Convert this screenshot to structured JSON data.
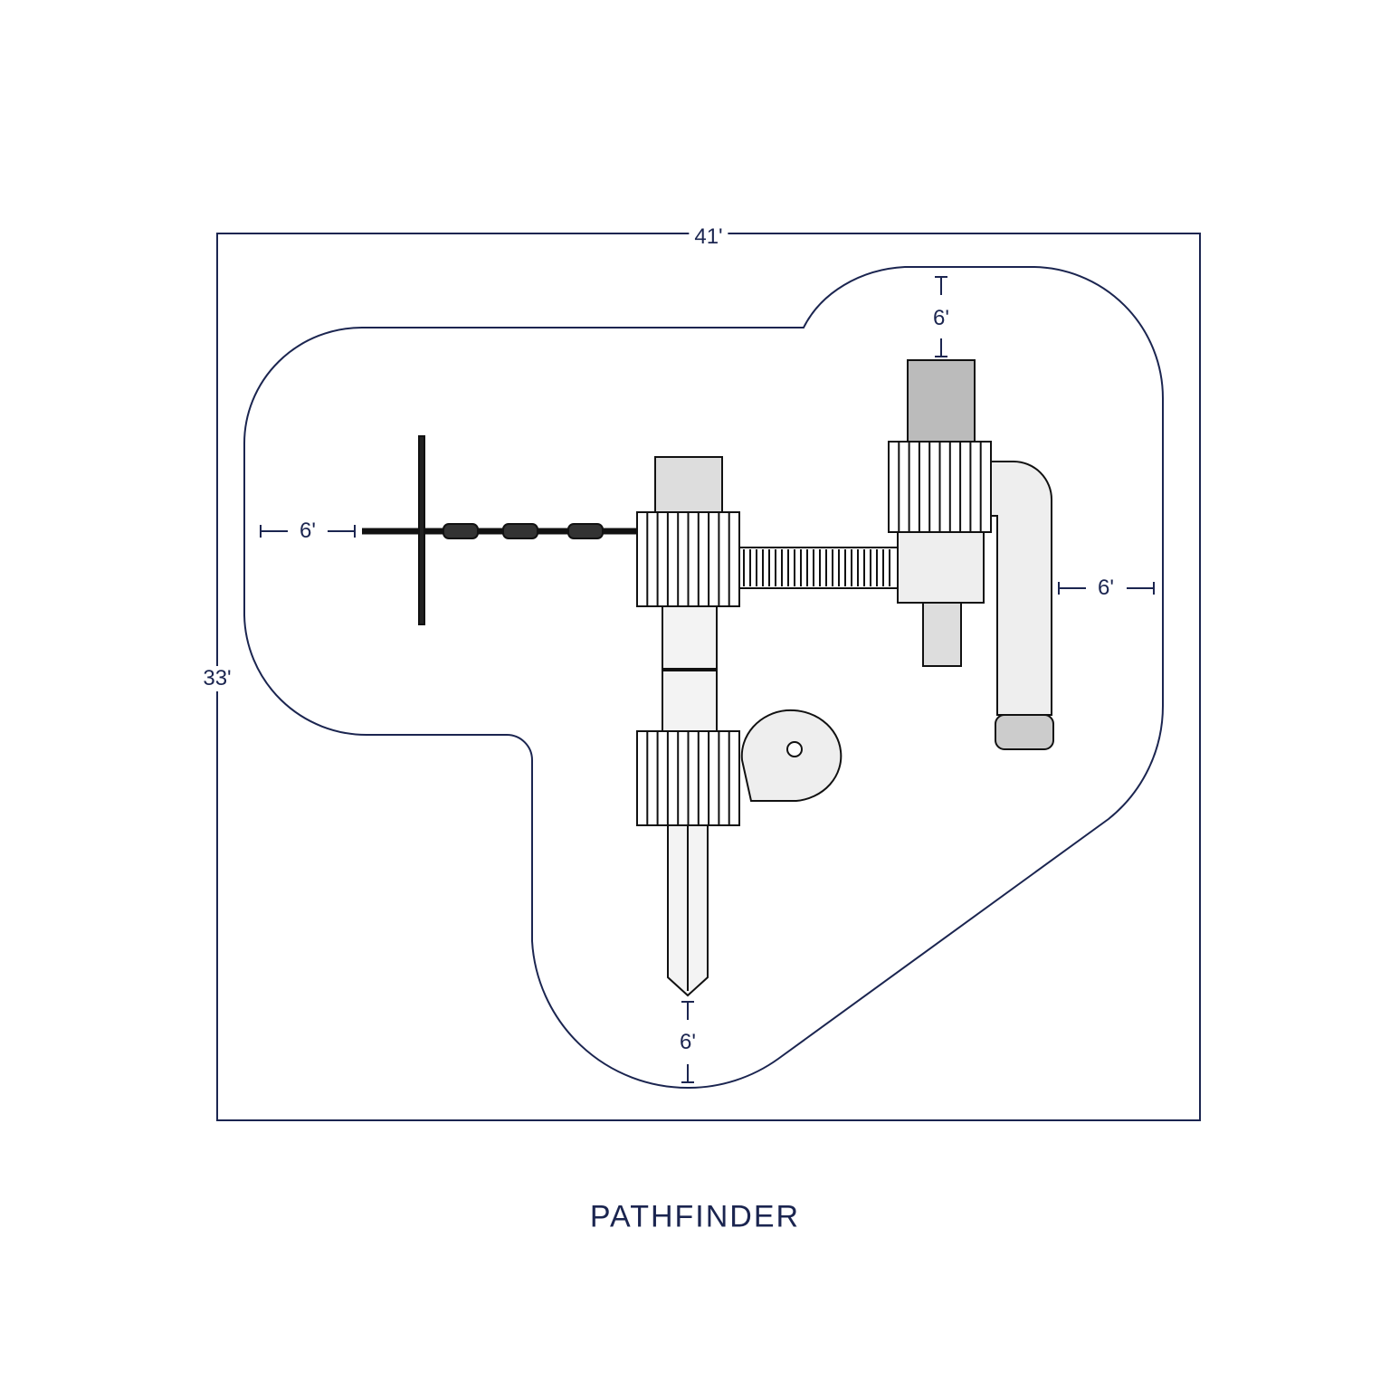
{
  "title": "PATHFINDER",
  "dimensions": {
    "width": "41'",
    "depth": "33'",
    "clearance_left": "6'",
    "clearance_top": "6'",
    "clearance_right": "6'",
    "clearance_bottom": "6'"
  },
  "colors": {
    "outline": "#1b2550",
    "equipment": "#111111"
  }
}
